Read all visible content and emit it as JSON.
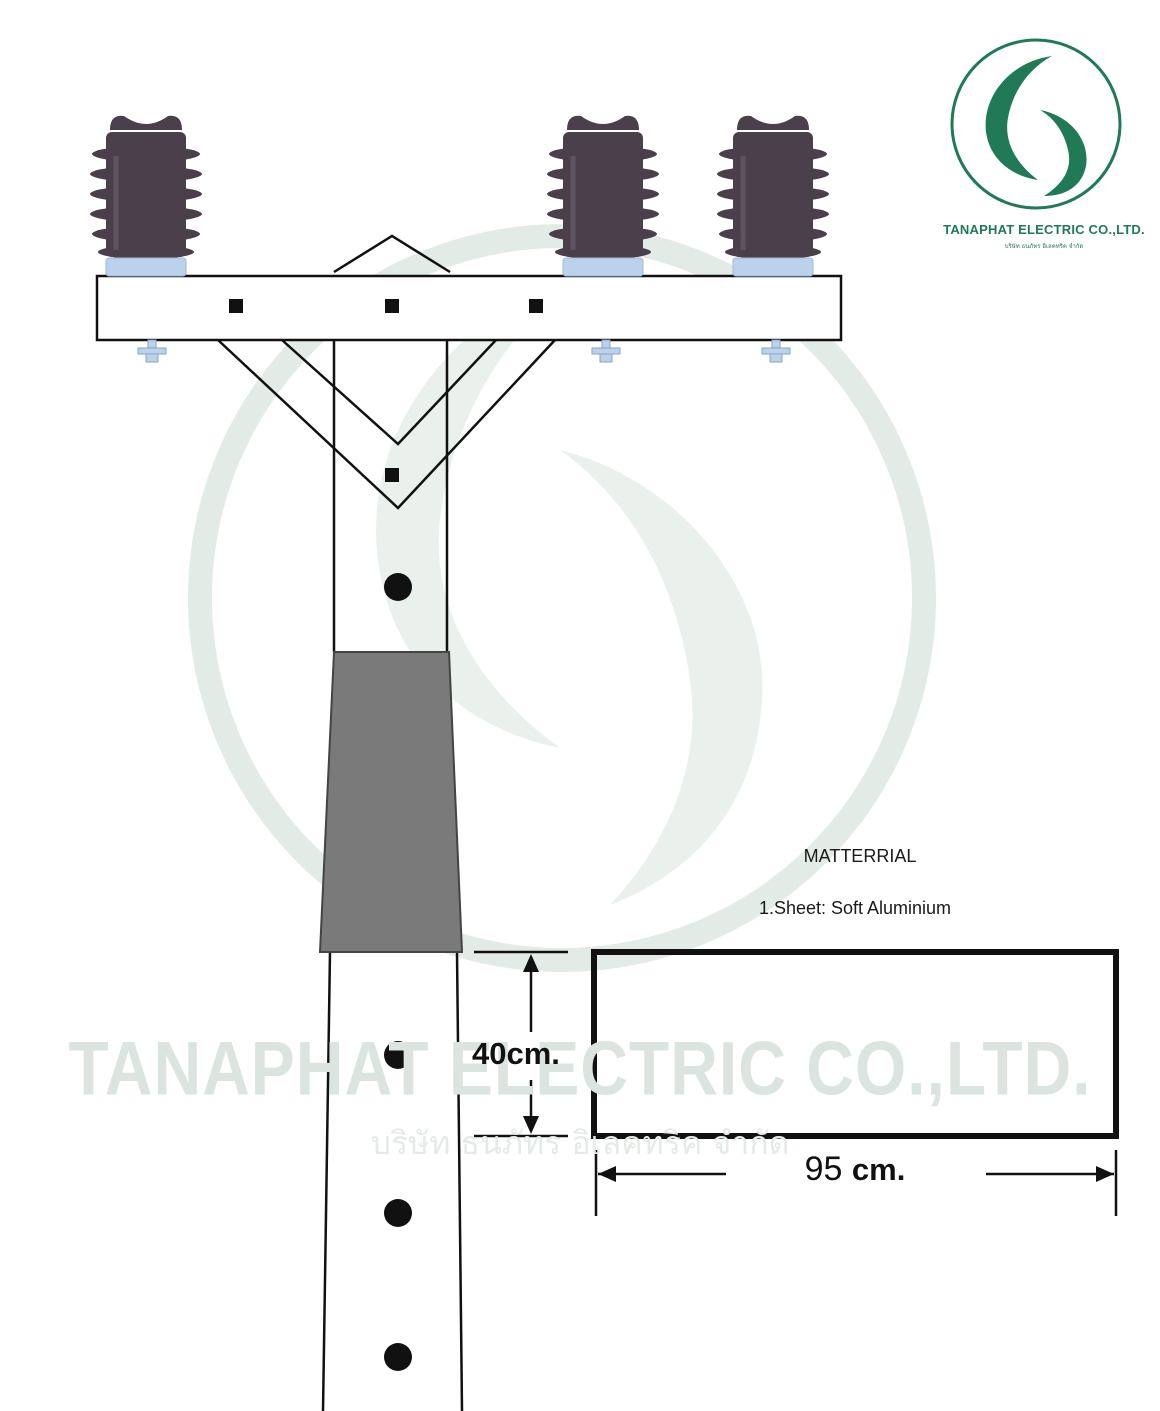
{
  "company": {
    "logo_name": "TANAPHAT ELECTRIC CO.,LTD.",
    "logo_name_thai": "บริษัท ธนภัทร อิเลคทริค จำกัด",
    "watermark_name": "TANAPHAT ELECTRIC CO.,LTD.",
    "watermark_name_thai": "บริษัท ธนภัทร อิเลคทริค จำกัด",
    "brand_green": "#1f7a55",
    "watermark_green": "#e3ebe6"
  },
  "material": {
    "title": "MATTERRIAL",
    "items": [
      "1.Sheet: Soft Aluminium"
    ]
  },
  "dimensions": {
    "height_value": "40",
    "height_unit": "cm.",
    "width_value": "95",
    "width_unit": "cm."
  },
  "colors": {
    "insulator": "#4a3f4b",
    "insulator_base": "#bcd2ec",
    "sheet_band": "#7a7a7a",
    "line": "#111111"
  },
  "icons": {
    "logo": "swirl-logo-icon"
  }
}
